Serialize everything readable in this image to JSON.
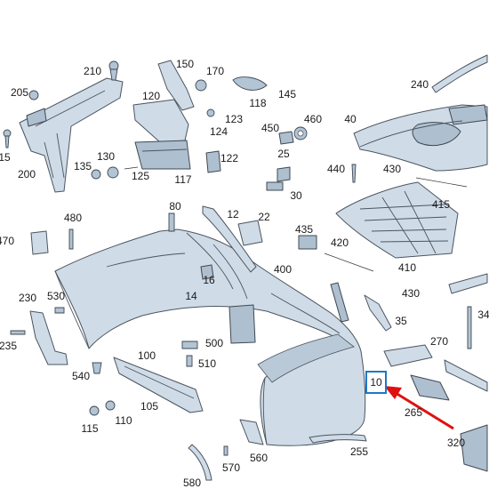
{
  "diagram": {
    "highlighted_label": "10",
    "accent_color": "#1e78c8",
    "arrow_color": "#e01010",
    "labels": [
      "210",
      "205",
      "150",
      "170",
      "145",
      "120",
      "118",
      "123",
      "124",
      "460",
      "450",
      "25",
      "122",
      "117",
      "130",
      "125",
      "135",
      "200",
      "15",
      "40",
      "440",
      "430",
      "415",
      "30",
      "22",
      "12",
      "80",
      "480",
      "470",
      "435",
      "420",
      "410",
      "400",
      "16",
      "14",
      "230",
      "530",
      "235",
      "500",
      "510",
      "100",
      "540",
      "35",
      "270",
      "34",
      "105",
      "110",
      "115",
      "10",
      "265",
      "320",
      "255",
      "560",
      "570",
      "580",
      "240"
    ]
  }
}
